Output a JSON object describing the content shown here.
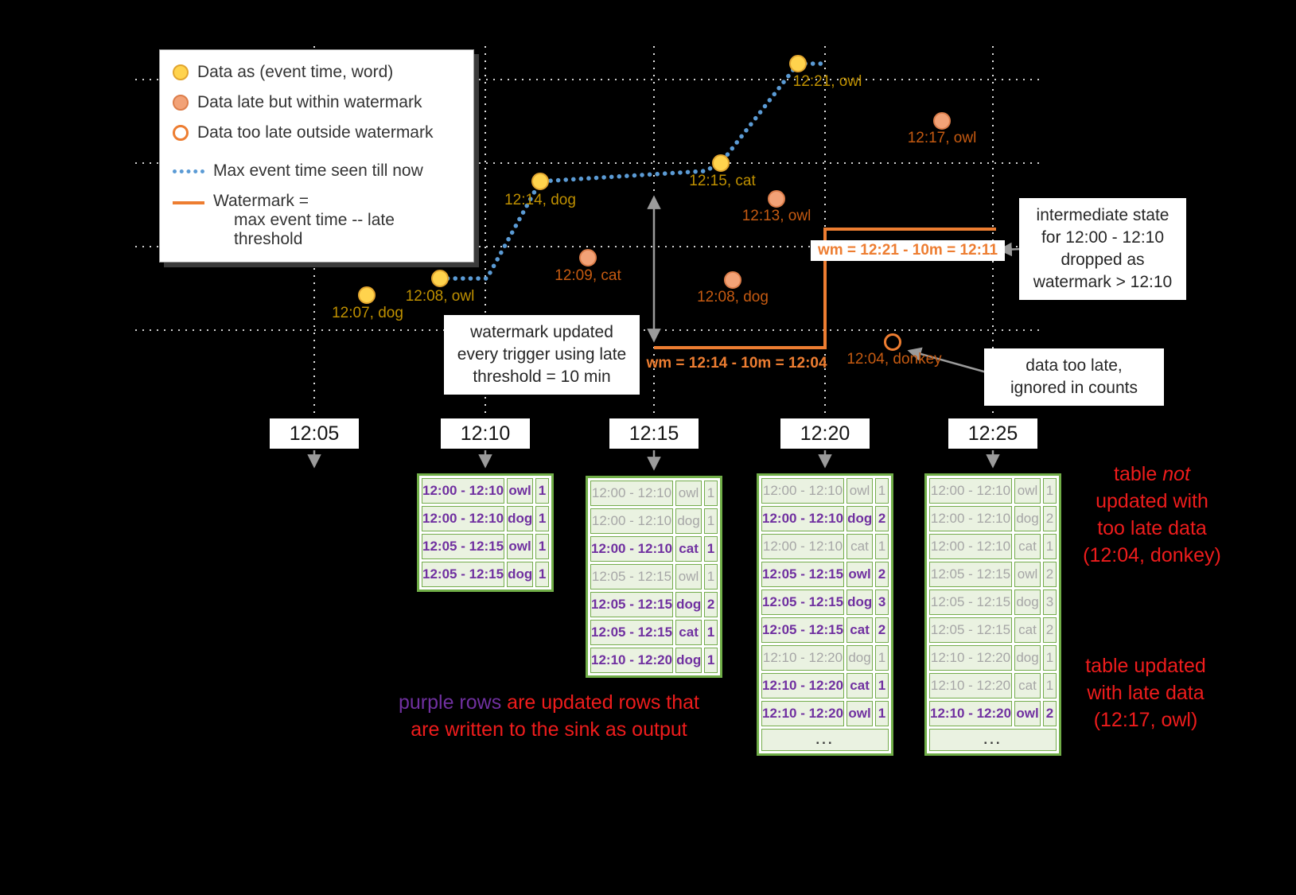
{
  "colors": {
    "on_time_point": "#FFD34D",
    "late_point": "#F2A277",
    "too_late_ring": "#ED7D31",
    "max_event_time_line": "#5B9BD5",
    "watermark_line": "#ED7D31",
    "table_border": "#70AD47",
    "updated_row_text": "#7030A0",
    "stale_row_text": "#A6A6A6",
    "note_red": "#EE1C1C"
  },
  "legend": {
    "items": [
      {
        "label": "Data as (event time, word)"
      },
      {
        "label": "Data late but within watermark"
      },
      {
        "label": "Data too late outside watermark"
      },
      {
        "label": "Max event time seen till now"
      },
      {
        "label": "Watermark =",
        "label2": "max event time -- late threshold"
      }
    ]
  },
  "triggers": [
    {
      "time": "12:05"
    },
    {
      "time": "12:10"
    },
    {
      "time": "12:15"
    },
    {
      "time": "12:20"
    },
    {
      "time": "12:25"
    }
  ],
  "points": [
    {
      "label": "12:07, dog",
      "type": "on-time"
    },
    {
      "label": "12:08, owl",
      "type": "on-time"
    },
    {
      "label": "12:14, dog",
      "type": "on-time"
    },
    {
      "label": "12:15, cat",
      "type": "on-time"
    },
    {
      "label": "12:21, owl",
      "type": "on-time"
    },
    {
      "label": "12:09, cat",
      "type": "late"
    },
    {
      "label": "12:13, owl",
      "type": "late"
    },
    {
      "label": "12:08, dog",
      "type": "late"
    },
    {
      "label": "12:17, owl",
      "type": "late"
    },
    {
      "label": "12:04, donkey",
      "type": "too-late"
    }
  ],
  "watermarks": {
    "label_1204": "wm = 12:14 - 10m = 12:04",
    "label_1211": "wm = 12:21 - 10m = 12:11"
  },
  "callouts": {
    "watermark_updated": {
      "line1": "watermark updated",
      "line2": "every trigger using late",
      "line3": "threshold = 10 min"
    },
    "intermediate_state": {
      "line1": "intermediate state",
      "line2": "for 12:00 - 12:10",
      "line3": "dropped as",
      "line4": "watermark > 12:10"
    },
    "too_late": {
      "line1": "data too late,",
      "line2": "ignored in counts"
    }
  },
  "notes": {
    "not_updated": {
      "line1_pre": "table ",
      "line1_em": "not",
      "line2": "updated with",
      "line3": "too late data",
      "line4": "(12:04, donkey)"
    },
    "updated_late": {
      "line1": "table updated",
      "line2": "with late data",
      "line3": "(12:17, owl)"
    },
    "purple_rows": {
      "highlight": "purple rows",
      "rest1": " are updated rows that",
      "line2": "are written to the sink as output"
    }
  },
  "tables": [
    {
      "trigger": "12:10",
      "rows": [
        {
          "window": "12:00 - 12:10",
          "word": "owl",
          "count": "1",
          "updated": true
        },
        {
          "window": "12:00 - 12:10",
          "word": "dog",
          "count": "1",
          "updated": true
        },
        {
          "window": "12:05 - 12:15",
          "word": "owl",
          "count": "1",
          "updated": true
        },
        {
          "window": "12:05 - 12:15",
          "word": "dog",
          "count": "1",
          "updated": true
        }
      ]
    },
    {
      "trigger": "12:15",
      "rows": [
        {
          "window": "12:00 - 12:10",
          "word": "owl",
          "count": "1",
          "updated": false
        },
        {
          "window": "12:00 - 12:10",
          "word": "dog",
          "count": "1",
          "updated": false
        },
        {
          "window": "12:00 - 12:10",
          "word": "cat",
          "count": "1",
          "updated": true
        },
        {
          "window": "12:05 - 12:15",
          "word": "owl",
          "count": "1",
          "updated": false
        },
        {
          "window": "12:05 - 12:15",
          "word": "dog",
          "count": "2",
          "updated": true
        },
        {
          "window": "12:05 - 12:15",
          "word": "cat",
          "count": "1",
          "updated": true
        },
        {
          "window": "12:10 - 12:20",
          "word": "dog",
          "count": "1",
          "updated": true
        }
      ]
    },
    {
      "trigger": "12:20",
      "rows": [
        {
          "window": "12:00 - 12:10",
          "word": "owl",
          "count": "1",
          "updated": false
        },
        {
          "window": "12:00 - 12:10",
          "word": "dog",
          "count": "2",
          "updated": true
        },
        {
          "window": "12:00 - 12:10",
          "word": "cat",
          "count": "1",
          "updated": false
        },
        {
          "window": "12:05 - 12:15",
          "word": "owl",
          "count": "2",
          "updated": true
        },
        {
          "window": "12:05 - 12:15",
          "word": "dog",
          "count": "3",
          "updated": true
        },
        {
          "window": "12:05 - 12:15",
          "word": "cat",
          "count": "2",
          "updated": true
        },
        {
          "window": "12:10 - 12:20",
          "word": "dog",
          "count": "1",
          "updated": false
        },
        {
          "window": "12:10 - 12:20",
          "word": "cat",
          "count": "1",
          "updated": true
        },
        {
          "window": "12:10 - 12:20",
          "word": "owl",
          "count": "1",
          "updated": true
        }
      ],
      "ellipsis": "..."
    },
    {
      "trigger": "12:25",
      "rows": [
        {
          "window": "12:00 - 12:10",
          "word": "owl",
          "count": "1",
          "updated": false
        },
        {
          "window": "12:00 - 12:10",
          "word": "dog",
          "count": "2",
          "updated": false
        },
        {
          "window": "12:00 - 12:10",
          "word": "cat",
          "count": "1",
          "updated": false
        },
        {
          "window": "12:05 - 12:15",
          "word": "owl",
          "count": "2",
          "updated": false
        },
        {
          "window": "12:05 - 12:15",
          "word": "dog",
          "count": "3",
          "updated": false
        },
        {
          "window": "12:05 - 12:15",
          "word": "cat",
          "count": "2",
          "updated": false
        },
        {
          "window": "12:10 - 12:20",
          "word": "dog",
          "count": "1",
          "updated": false
        },
        {
          "window": "12:10 - 12:20",
          "word": "cat",
          "count": "1",
          "updated": false
        },
        {
          "window": "12:10 - 12:20",
          "word": "owl",
          "count": "2",
          "updated": true
        }
      ],
      "ellipsis": "..."
    }
  ]
}
